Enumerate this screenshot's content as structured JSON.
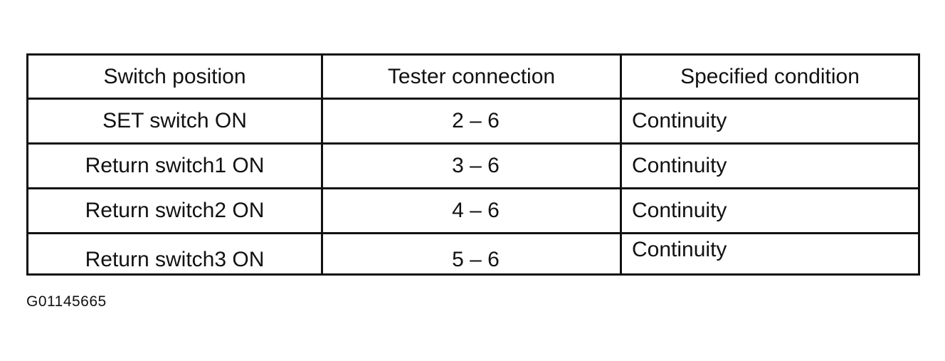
{
  "table": {
    "headers": [
      "Switch position",
      "Tester connection",
      "Specified condition"
    ],
    "rows": [
      [
        "SET switch ON",
        "2 – 6",
        "Continuity"
      ],
      [
        "Return switch1 ON",
        "3 – 6",
        "Continuity"
      ],
      [
        "Return switch2 ON",
        "4 – 6",
        "Continuity"
      ],
      [
        "Return switch3 ON",
        "5 – 6",
        "Continuity"
      ]
    ]
  },
  "figure_id": "G01145665"
}
